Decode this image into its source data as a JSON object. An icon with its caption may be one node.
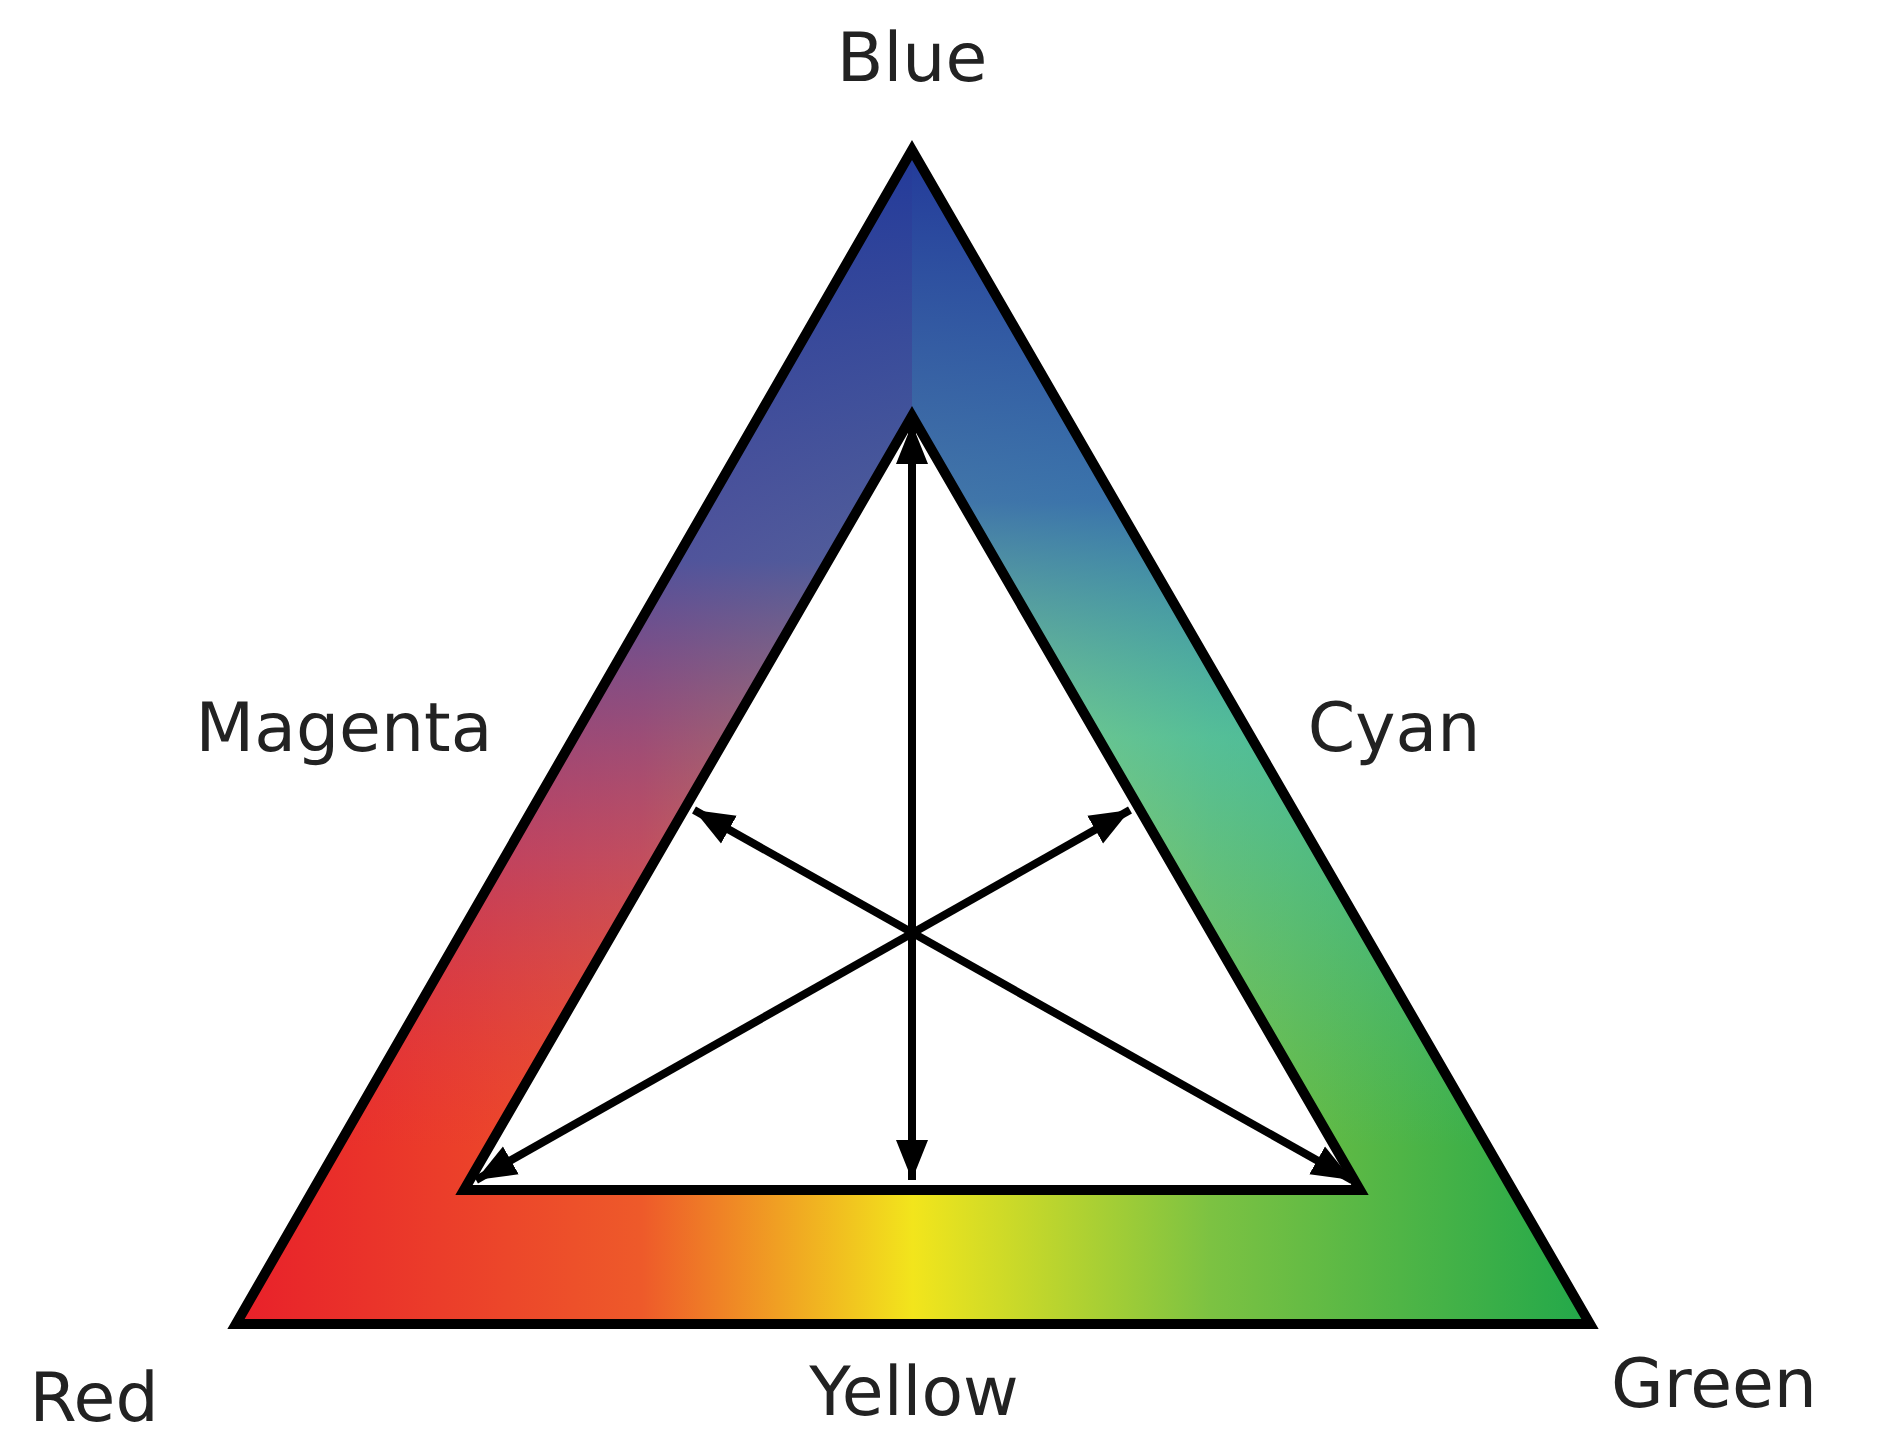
{
  "diagram": {
    "labels": [
      "Blue",
      "Magenta",
      "Cyan",
      "Red",
      "Yellow",
      "Green"
    ]
  }
}
